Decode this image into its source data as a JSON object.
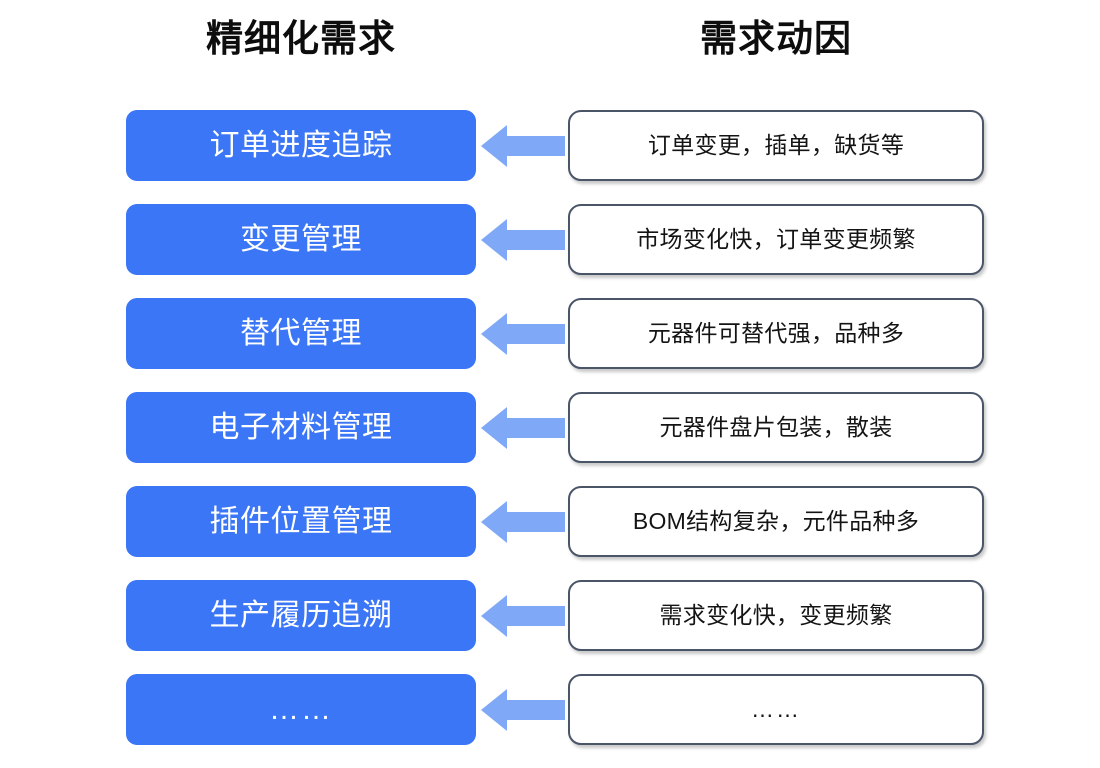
{
  "headers": {
    "left": "精细化需求",
    "right": "需求动因"
  },
  "colors": {
    "need_box_fill": "#3b76f6",
    "need_text": "#ffffff",
    "arrow_fill": "#7fa8f7",
    "cause_border": "#4a5568",
    "cause_text": "#141414",
    "header_text": "#0d0d0d",
    "background": "#ffffff"
  },
  "rows": [
    {
      "need": "订单进度追踪",
      "arrow": "left-arrow-icon",
      "cause": "订单变更，插单，缺货等"
    },
    {
      "need": "变更管理",
      "arrow": "left-arrow-icon",
      "cause": "市场变化快，订单变更频繁"
    },
    {
      "need": "替代管理",
      "arrow": "left-arrow-icon",
      "cause": "元器件可替代强，品种多"
    },
    {
      "need": "电子材料管理",
      "arrow": "left-arrow-icon",
      "cause": "元器件盘片包装，散装"
    },
    {
      "need": "插件位置管理",
      "arrow": "left-arrow-icon",
      "cause": "BOM结构复杂，元件品种多"
    },
    {
      "need": "生产履历追溯",
      "arrow": "left-arrow-icon",
      "cause": "需求变化快，变更频繁"
    },
    {
      "need": "……",
      "arrow": "left-arrow-icon",
      "cause": "……"
    }
  ]
}
